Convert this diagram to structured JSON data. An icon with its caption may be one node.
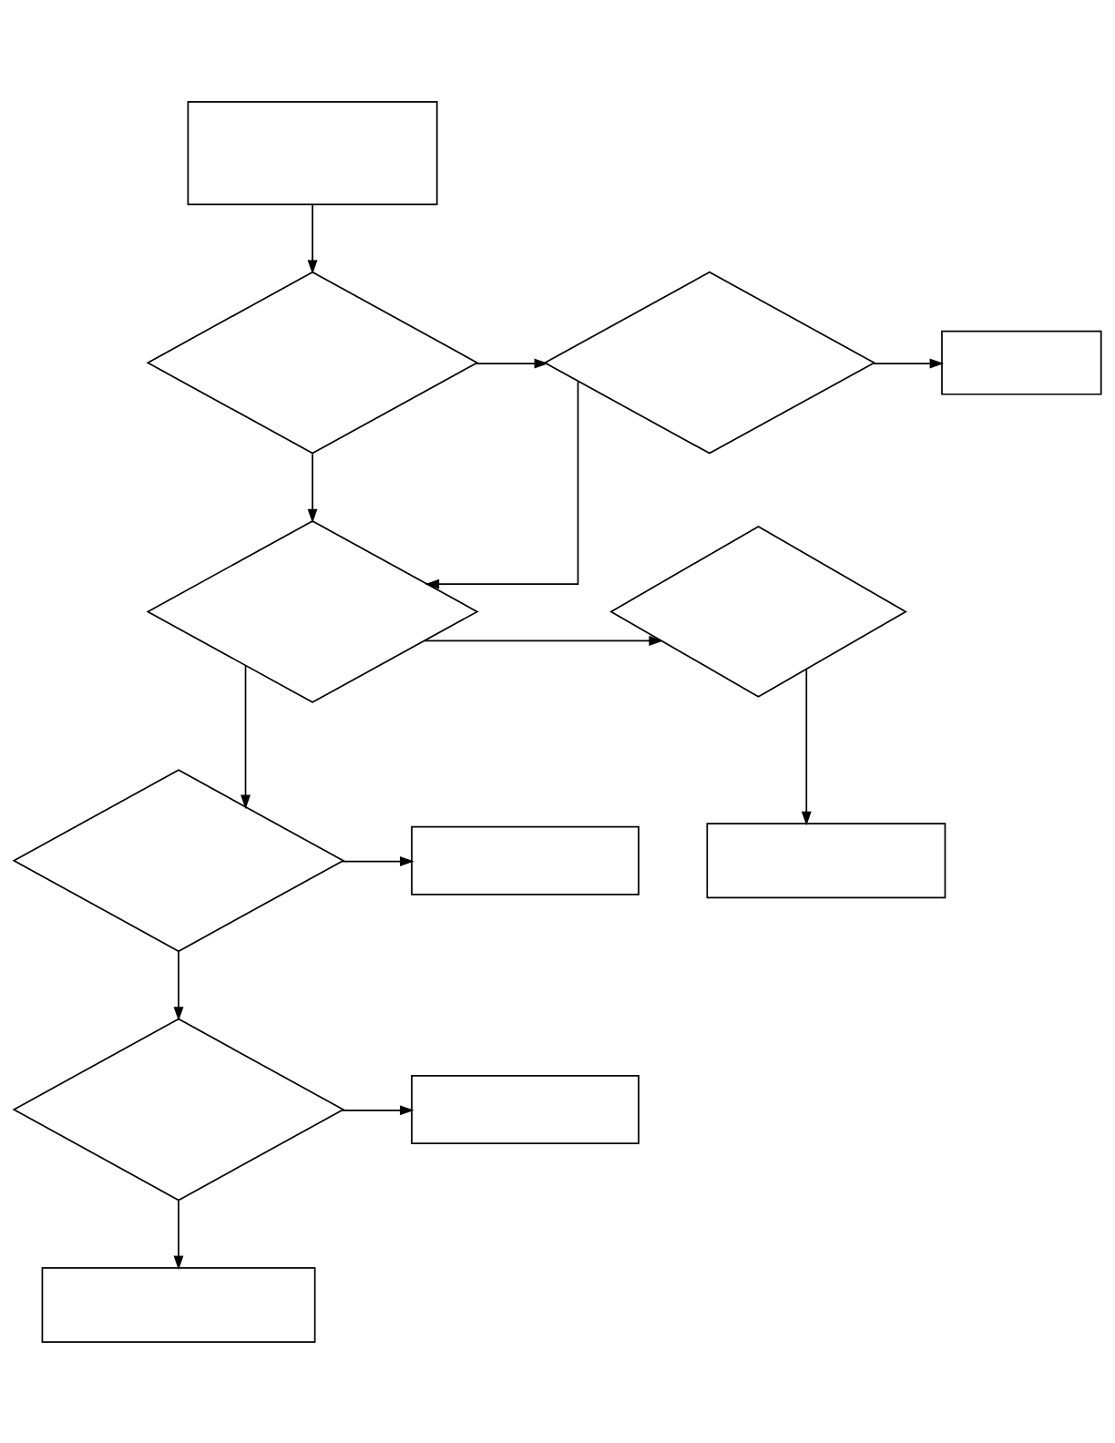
{
  "diagram": {
    "nodes": [
      {
        "text": [],
        "shape": "box"
      },
      {
        "text": [],
        "shape": "diamond"
      },
      {
        "text": [],
        "shape": "diamond"
      },
      {
        "text": [],
        "shape": "box"
      },
      {
        "text": [],
        "shape": "diamond"
      },
      {
        "text": [],
        "shape": "diamond"
      },
      {
        "text": [],
        "shape": "box"
      },
      {
        "text": [],
        "shape": "diamond"
      },
      {
        "text": [],
        "shape": "box"
      },
      {
        "text": [],
        "shape": "diamond"
      },
      {
        "text": [],
        "shape": "box"
      },
      {
        "text": [],
        "shape": "box"
      }
    ],
    "edges": [
      {
        "from": 0,
        "to": 1,
        "arrow": "to"
      },
      {
        "from": 1,
        "to": 2,
        "arrow": "to"
      },
      {
        "from": 2,
        "to": 3,
        "arrow": "to"
      },
      {
        "from": 1,
        "to": 4,
        "arrow": "to"
      },
      {
        "from": 2,
        "to": 4,
        "arrow": "to"
      },
      {
        "from": 4,
        "to": 5,
        "arrow": "to"
      },
      {
        "from": 5,
        "to": 6,
        "arrow": "to"
      },
      {
        "from": 4,
        "to": 7,
        "arrow": "to"
      },
      {
        "from": 7,
        "to": 8,
        "arrow": "to"
      },
      {
        "from": 7,
        "to": 9,
        "arrow": "to"
      },
      {
        "from": 9,
        "to": 10,
        "arrow": "to"
      },
      {
        "from": 9,
        "to": 11,
        "arrow": "to"
      }
    ]
  }
}
